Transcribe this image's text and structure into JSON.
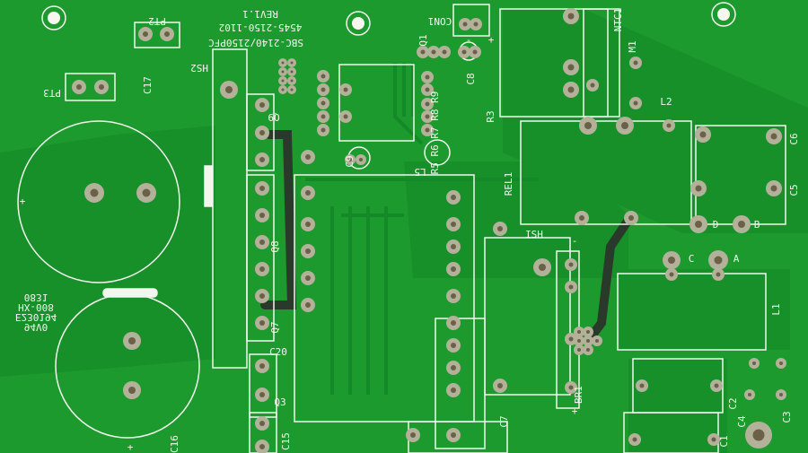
{
  "board": {
    "colors": {
      "soldermask": "#1d9a2e",
      "soldermask_dark": "#0f7a22",
      "trace": "#138a27",
      "silkscreen": "#f2f6ee",
      "pad": "#c9c2a8",
      "hole": "#6b6048",
      "copper_dark": "#2a3a2a"
    },
    "title_block": [
      "SBC-2140/2150PFC",
      "4545-2150-1102",
      "REV1.1"
    ],
    "ul_marking": [
      "0831",
      "HX-008",
      "E230194",
      "94V0"
    ],
    "labels": [
      "PT2",
      "CON1",
      "Q1",
      "C8",
      "NTC1",
      "M1",
      "PT3",
      "C17",
      "HS2",
      "Q9",
      "R5 R6 R7 R8 R9",
      "C9",
      "R3",
      "L2",
      "C6",
      "REL1",
      "L5",
      "C5",
      "ISH",
      "D",
      "B",
      "Q8",
      "Q7",
      "C20",
      "Q3",
      "C15",
      "C16",
      "C7",
      "BR1",
      "C",
      "A",
      "L1",
      "C2",
      "C4",
      "C3",
      "C1",
      "+",
      "+",
      "+",
      "-",
      "+",
      "-"
    ]
  }
}
